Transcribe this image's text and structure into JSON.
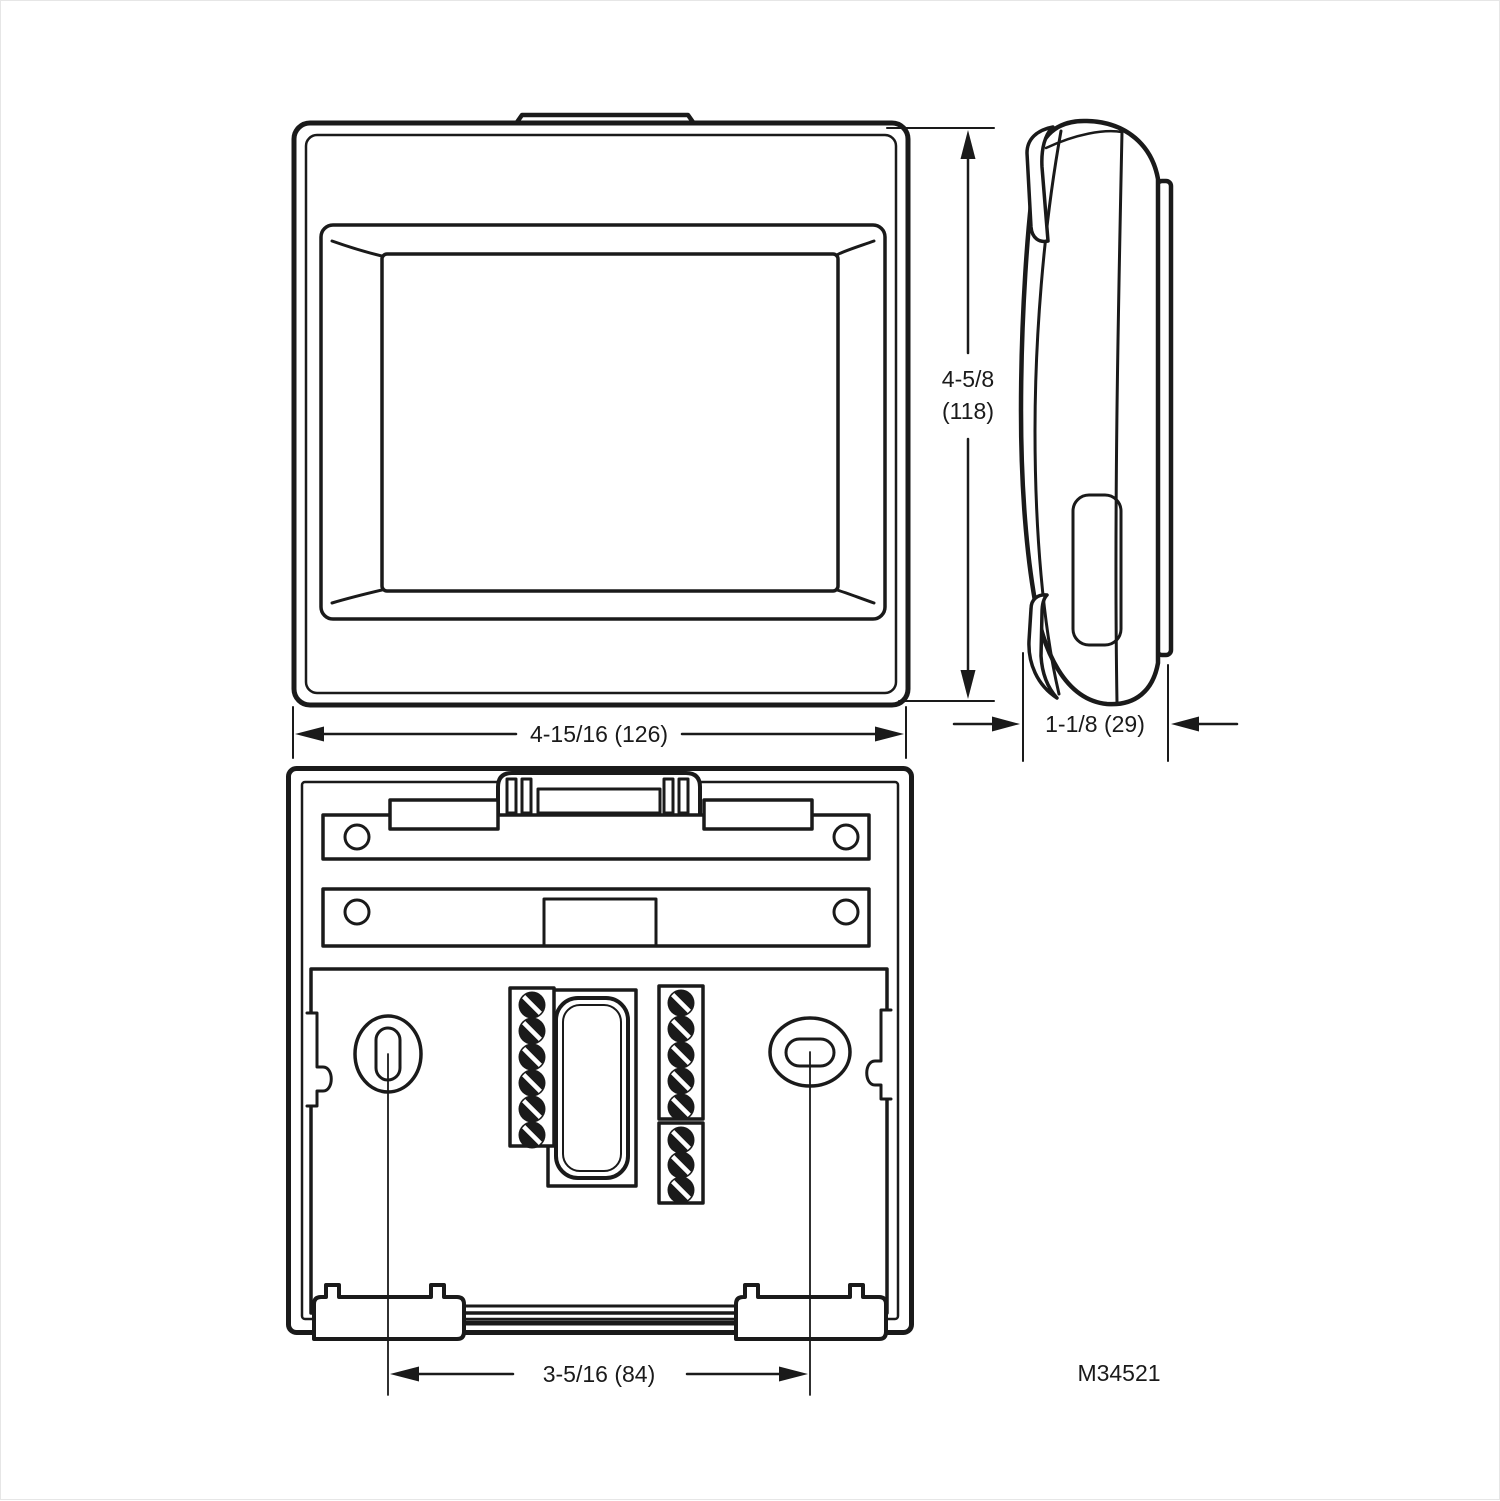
{
  "dimensions": {
    "height": {
      "value": "4-5/8",
      "metric": "(118)"
    },
    "width": {
      "value": "4-15/16 (126)"
    },
    "depth": {
      "value": "1-1/8 (29)"
    },
    "mounting_holes": {
      "value": "3-5/16 (84)"
    }
  },
  "drawing_number": "M34521",
  "colors": {
    "line": "#1a1a1a",
    "background": "#ffffff"
  },
  "back_view": {
    "terminal_blocks": {
      "left_screws": 6,
      "right_upper_screws": 5,
      "right_lower_screws": 3
    }
  }
}
